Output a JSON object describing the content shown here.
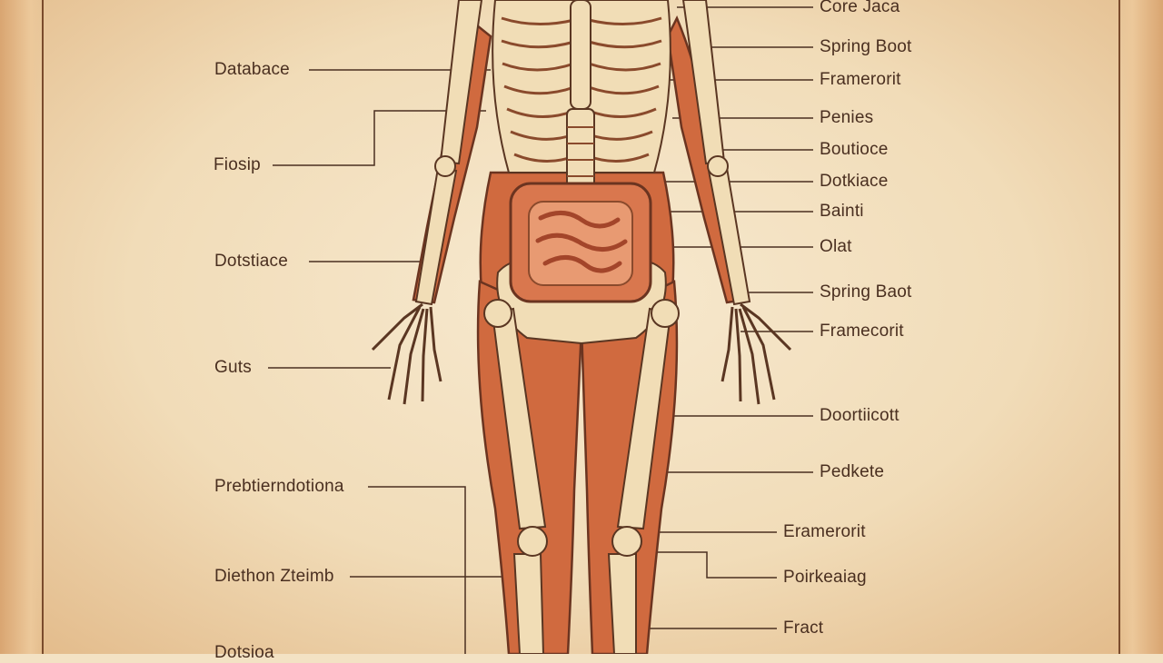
{
  "labels_left": [
    "Databace",
    "Fiosip",
    "Dotstiace",
    "Guts",
    "Prebtierndotiona",
    "Diethon Zteimb",
    "Dotsioa"
  ],
  "labels_right": [
    "Core Jaca",
    "Spring Boot",
    "Framerorit",
    "Penies",
    "Boutioce",
    "Dotkiace",
    "Bainti",
    "Olat",
    "Spring Baot",
    "Framecorit",
    "Doortiicott",
    "Pedkete",
    "Eramerorit",
    "Poirkeaiag",
    "Fract"
  ],
  "colors": {
    "paper": "#f3e2c4",
    "bone": "#f1ddb6",
    "muscle": "#d06a3f",
    "ink": "#4a2f20",
    "frame": "#7a4b2c"
  }
}
